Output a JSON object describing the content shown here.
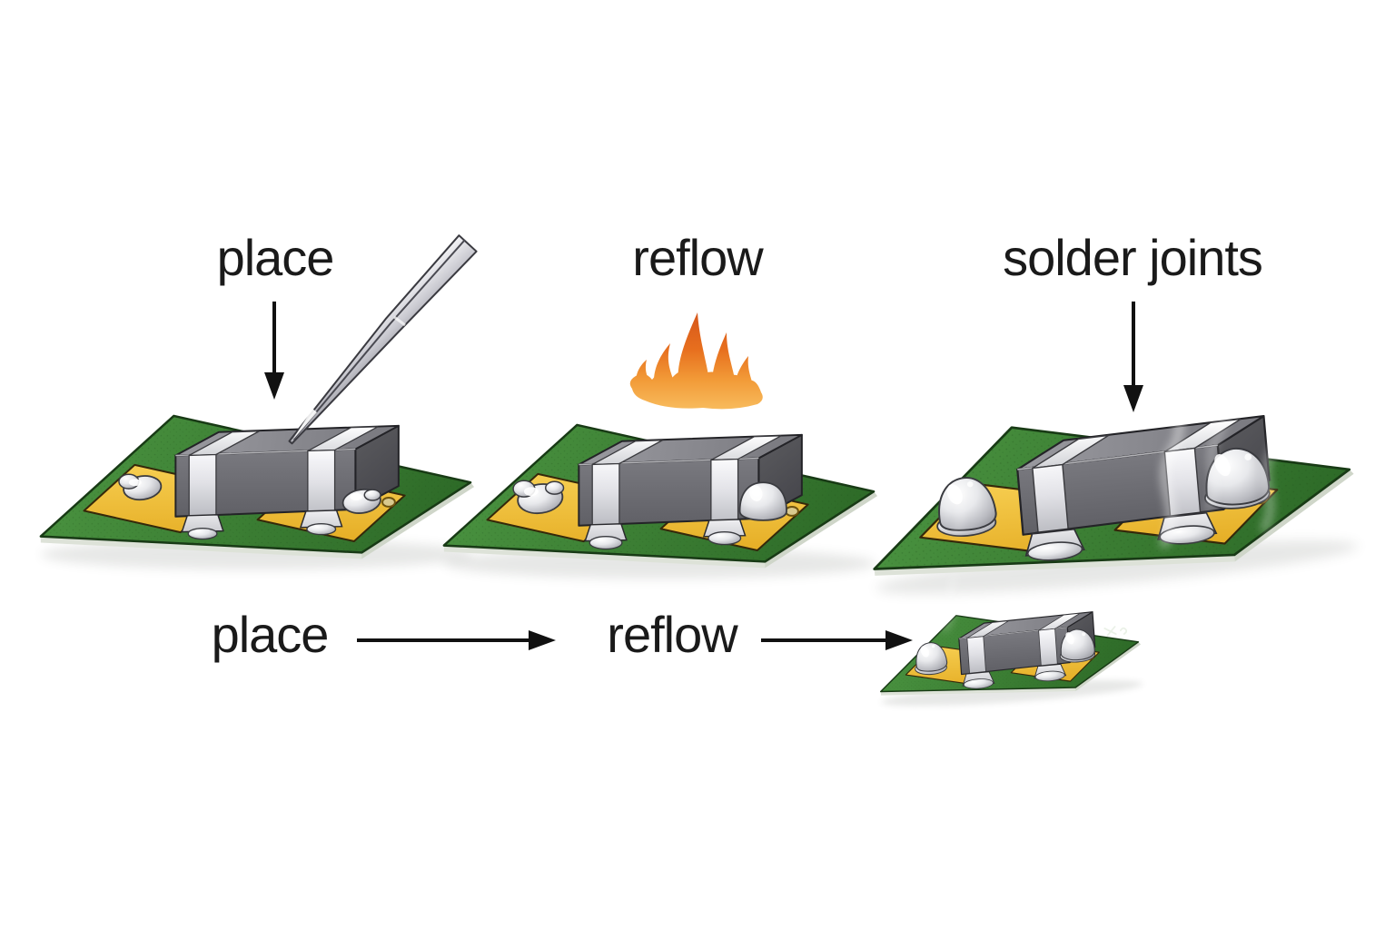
{
  "diagram": {
    "top_row": {
      "steps": [
        {
          "id": "place",
          "label": "place",
          "icon": "tweezers-icon"
        },
        {
          "id": "reflow",
          "label": "reflow",
          "icon": "flame-icon"
        },
        {
          "id": "solder-joints",
          "label": "solder joints",
          "icon": "smoke-wisps-icon"
        }
      ]
    },
    "bottom_row": {
      "steps": [
        {
          "id": "place",
          "label": "place"
        },
        {
          "id": "reflow",
          "label": "reflow"
        }
      ]
    }
  },
  "icons": {
    "tweezers": "tweezers-icon",
    "flame": "flame-icon",
    "smoke": "smoke-wisps-icon",
    "down_arrow": "down-arrow-icon",
    "flow_arrow": "right-arrow-icon",
    "scribble": "scribble-mark-icon"
  },
  "colors": {
    "background": "#ffffff",
    "text": "#1a1a1a",
    "arrow": "#111111",
    "board_green": "#3e8637",
    "board_green_dark": "#2e6b28",
    "pad_gold": "#f0be2f",
    "component_gray": "#6b6b70",
    "termination_silver": "#e4e4e8",
    "solder_silver": "#d3d4d8",
    "flame_orange": "#ee7d1f",
    "flame_yellow": "#f8bc5e"
  }
}
